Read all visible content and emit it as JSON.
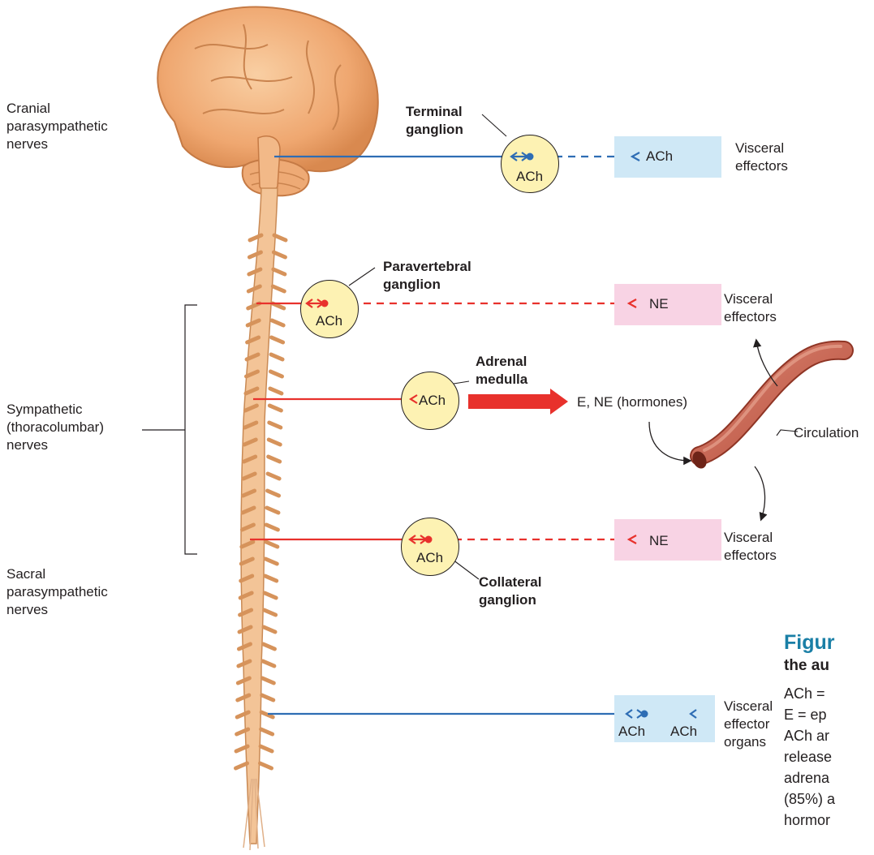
{
  "left_labels": {
    "cranial": [
      "Cranial",
      "parasympathetic",
      "nerves"
    ],
    "sympathetic": [
      "Sympathetic",
      "(thoracolumbar)",
      "nerves"
    ],
    "sacral": [
      "Sacral",
      "parasympathetic",
      "nerves"
    ]
  },
  "ganglia": {
    "terminal": [
      "Terminal",
      "ganglion"
    ],
    "paravertebral": [
      "Paravertebral",
      "ganglion"
    ],
    "adrenal": [
      "Adrenal",
      "medulla"
    ],
    "collateral": [
      "Collateral",
      "ganglion"
    ]
  },
  "transmitters": {
    "ach": "ACh",
    "ne": "NE",
    "hormones": "E, NE (hormones)"
  },
  "effectors": {
    "visceral": [
      "Visceral",
      "effectors"
    ],
    "organs": [
      "Visceral",
      "effector",
      "organs"
    ]
  },
  "circulation": "Circulation",
  "caption": {
    "title": "Figur",
    "subtitle": "the au",
    "lines": [
      "ACh =",
      "E = ep",
      "ACh ar",
      "release",
      "adrena",
      "(85%) a",
      "hormor"
    ]
  },
  "colors": {
    "parasympathetic": "#2e6db4",
    "sympathetic": "#e8312c",
    "caption_title": "#1a7fa6"
  }
}
